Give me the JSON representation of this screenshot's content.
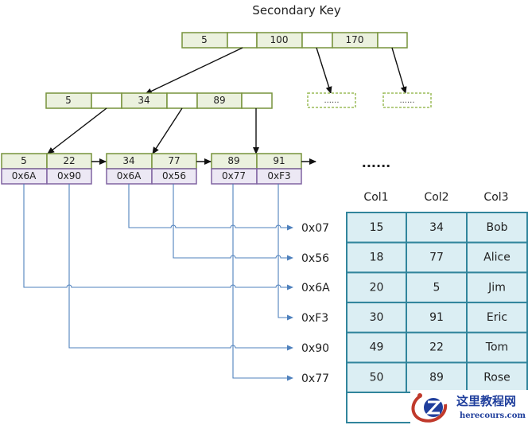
{
  "title": "Secondary Key",
  "root_node": {
    "keys": [
      "5",
      "100",
      "170"
    ]
  },
  "internal_node": {
    "keys": [
      "5",
      "34",
      "89"
    ]
  },
  "placeholder_nodes": [
    "......",
    "......"
  ],
  "leaf_nodes": [
    {
      "keys": [
        "5",
        "22"
      ],
      "addrs": [
        "0x6A",
        "0x90"
      ]
    },
    {
      "keys": [
        "34",
        "77"
      ],
      "addrs": [
        "0x6A",
        "0x56"
      ]
    },
    {
      "keys": [
        "89",
        "91"
      ],
      "addrs": [
        "0x77",
        "0xF3"
      ]
    }
  ],
  "more_indicator": "......",
  "address_labels": [
    "0x07",
    "0x56",
    "0x6A",
    "0xF3",
    "0x90",
    "0x77"
  ],
  "table": {
    "columns": [
      "Col1",
      "Col2",
      "Col3"
    ],
    "rows": [
      [
        "15",
        "34",
        "Bob"
      ],
      [
        "18",
        "77",
        "Alice"
      ],
      [
        "20",
        "5",
        "Jim"
      ],
      [
        "30",
        "91",
        "Eric"
      ],
      [
        "49",
        "22",
        "Tom"
      ],
      [
        "50",
        "89",
        "Rose"
      ]
    ]
  },
  "watermark": {
    "cn": "这里教程网",
    "en": "herecours.com"
  },
  "colors": {
    "key_fill": "#ebf1de",
    "key_border": "#77933c",
    "addr_fill": "#ece8f4",
    "addr_border": "#8064a2",
    "table_fill": "#dbeef3",
    "table_border": "#31859c",
    "pointer_line": "#4f81bd"
  }
}
